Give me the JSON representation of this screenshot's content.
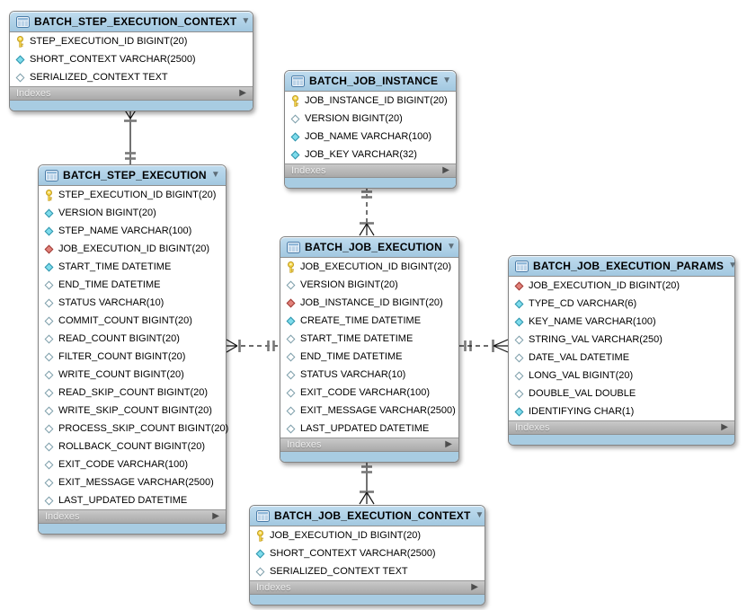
{
  "diagram": {
    "collapse_arrow": "▼",
    "indexes_label": "Indexes",
    "indexes_arrow": "▶"
  },
  "colors": {
    "table_header_blue": "#a9cde4",
    "table_footer_blue": "#a8cce2",
    "indexes_bar_gray": "#b5b5b5",
    "primary_key_yellow": "#f8d848",
    "notnull_diamond_fill": "#7edcec",
    "notnull_diamond_border": "#2e93ab",
    "foreign_key_diamond_fill": "#e2817a",
    "foreign_key_diamond_border": "#9e3a34",
    "nullable_diamond_border": "#7b9da9",
    "relationship_line": "#141414"
  },
  "tables": [
    {
      "id": "batch-step-execution-context",
      "title": "BATCH_STEP_EXECUTION_CONTEXT",
      "columns": [
        {
          "icon": "key",
          "text": "STEP_EXECUTION_ID BIGINT(20)"
        },
        {
          "icon": "notnull",
          "text": "SHORT_CONTEXT VARCHAR(2500)"
        },
        {
          "icon": "nullable",
          "text": "SERIALIZED_CONTEXT TEXT"
        }
      ]
    },
    {
      "id": "batch-job-instance",
      "title": "BATCH_JOB_INSTANCE",
      "columns": [
        {
          "icon": "key",
          "text": "JOB_INSTANCE_ID BIGINT(20)"
        },
        {
          "icon": "nullable",
          "text": "VERSION BIGINT(20)"
        },
        {
          "icon": "notnull",
          "text": "JOB_NAME VARCHAR(100)"
        },
        {
          "icon": "notnull",
          "text": "JOB_KEY VARCHAR(32)"
        }
      ]
    },
    {
      "id": "batch-step-execution",
      "title": "BATCH_STEP_EXECUTION",
      "columns": [
        {
          "icon": "key",
          "text": "STEP_EXECUTION_ID BIGINT(20)"
        },
        {
          "icon": "notnull",
          "text": "VERSION BIGINT(20)"
        },
        {
          "icon": "notnull",
          "text": "STEP_NAME VARCHAR(100)"
        },
        {
          "icon": "fk",
          "text": "JOB_EXECUTION_ID BIGINT(20)"
        },
        {
          "icon": "notnull",
          "text": "START_TIME DATETIME"
        },
        {
          "icon": "nullable",
          "text": "END_TIME DATETIME"
        },
        {
          "icon": "nullable",
          "text": "STATUS VARCHAR(10)"
        },
        {
          "icon": "nullable",
          "text": "COMMIT_COUNT BIGINT(20)"
        },
        {
          "icon": "nullable",
          "text": "READ_COUNT BIGINT(20)"
        },
        {
          "icon": "nullable",
          "text": "FILTER_COUNT BIGINT(20)"
        },
        {
          "icon": "nullable",
          "text": "WRITE_COUNT BIGINT(20)"
        },
        {
          "icon": "nullable",
          "text": "READ_SKIP_COUNT BIGINT(20)"
        },
        {
          "icon": "nullable",
          "text": "WRITE_SKIP_COUNT BIGINT(20)"
        },
        {
          "icon": "nullable",
          "text": "PROCESS_SKIP_COUNT BIGINT(20)"
        },
        {
          "icon": "nullable",
          "text": "ROLLBACK_COUNT BIGINT(20)"
        },
        {
          "icon": "nullable",
          "text": "EXIT_CODE VARCHAR(100)"
        },
        {
          "icon": "nullable",
          "text": "EXIT_MESSAGE VARCHAR(2500)"
        },
        {
          "icon": "nullable",
          "text": "LAST_UPDATED DATETIME"
        }
      ]
    },
    {
      "id": "batch-job-execution",
      "title": "BATCH_JOB_EXECUTION",
      "columns": [
        {
          "icon": "key",
          "text": "JOB_EXECUTION_ID BIGINT(20)"
        },
        {
          "icon": "nullable",
          "text": "VERSION BIGINT(20)"
        },
        {
          "icon": "fk",
          "text": "JOB_INSTANCE_ID BIGINT(20)"
        },
        {
          "icon": "notnull",
          "text": "CREATE_TIME DATETIME"
        },
        {
          "icon": "nullable",
          "text": "START_TIME DATETIME"
        },
        {
          "icon": "nullable",
          "text": "END_TIME DATETIME"
        },
        {
          "icon": "nullable",
          "text": "STATUS VARCHAR(10)"
        },
        {
          "icon": "nullable",
          "text": "EXIT_CODE VARCHAR(100)"
        },
        {
          "icon": "nullable",
          "text": "EXIT_MESSAGE VARCHAR(2500)"
        },
        {
          "icon": "nullable",
          "text": "LAST_UPDATED DATETIME"
        }
      ]
    },
    {
      "id": "batch-job-execution-params",
      "title": "BATCH_JOB_EXECUTION_PARAMS",
      "columns": [
        {
          "icon": "fk",
          "text": "JOB_EXECUTION_ID BIGINT(20)"
        },
        {
          "icon": "notnull",
          "text": "TYPE_CD VARCHAR(6)"
        },
        {
          "icon": "notnull",
          "text": "KEY_NAME VARCHAR(100)"
        },
        {
          "icon": "nullable",
          "text": "STRING_VAL VARCHAR(250)"
        },
        {
          "icon": "nullable",
          "text": "DATE_VAL DATETIME"
        },
        {
          "icon": "nullable",
          "text": "LONG_VAL BIGINT(20)"
        },
        {
          "icon": "nullable",
          "text": "DOUBLE_VAL DOUBLE"
        },
        {
          "icon": "notnull",
          "text": "IDENTIFYING CHAR(1)"
        }
      ]
    },
    {
      "id": "batch-job-execution-context",
      "title": "BATCH_JOB_EXECUTION_CONTEXT",
      "columns": [
        {
          "icon": "key",
          "text": "JOB_EXECUTION_ID BIGINT(20)"
        },
        {
          "icon": "notnull",
          "text": "SHORT_CONTEXT VARCHAR(2500)"
        },
        {
          "icon": "nullable",
          "text": "SERIALIZED_CONTEXT TEXT"
        }
      ]
    }
  ],
  "relationships": [
    {
      "from": "BATCH_STEP_EXECUTION_CONTEXT",
      "to": "BATCH_STEP_EXECUTION",
      "line": "solid-identifying",
      "from_end": "many",
      "to_end": "one"
    },
    {
      "from": "BATCH_JOB_INSTANCE",
      "to": "BATCH_JOB_EXECUTION",
      "line": "dashed-non-identifying",
      "from_end": "one",
      "to_end": "many"
    },
    {
      "from": "BATCH_STEP_EXECUTION",
      "to": "BATCH_JOB_EXECUTION",
      "line": "dashed-non-identifying",
      "from_end": "many",
      "to_end": "one"
    },
    {
      "from": "BATCH_JOB_EXECUTION",
      "to": "BATCH_JOB_EXECUTION_PARAMS",
      "line": "dashed-non-identifying",
      "from_end": "one",
      "to_end": "many"
    },
    {
      "from": "BATCH_JOB_EXECUTION",
      "to": "BATCH_JOB_EXECUTION_CONTEXT",
      "line": "solid-identifying",
      "from_end": "one",
      "to_end": "many"
    }
  ]
}
